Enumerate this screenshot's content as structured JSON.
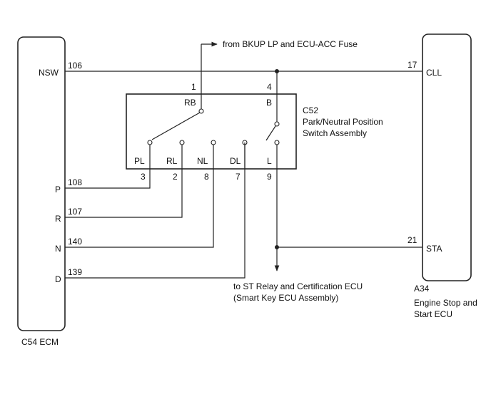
{
  "ecm": {
    "label": "C54 ECM",
    "pins": {
      "nsw": {
        "name": "NSW",
        "num": "106"
      },
      "p": {
        "name": "P",
        "num": "108"
      },
      "r": {
        "name": "R",
        "num": "107"
      },
      "n": {
        "name": "N",
        "num": "140"
      },
      "d": {
        "name": "D",
        "num": "139"
      }
    }
  },
  "start_ecu": {
    "code": "A34",
    "name_line1": "Engine Stop and",
    "name_line2": "Start ECU",
    "pins": {
      "cll": {
        "name": "CLL",
        "num": "17"
      },
      "sta": {
        "name": "STA",
        "num": "21"
      }
    }
  },
  "switch": {
    "code": "C52",
    "name_line1": "Park/Neutral Position",
    "name_line2": "Switch Assembly",
    "top_pins": {
      "rb": {
        "name": "RB",
        "num": "1"
      },
      "b": {
        "name": "B",
        "num": "4"
      }
    },
    "bottom_pins": {
      "pl": {
        "name": "PL",
        "num": "3"
      },
      "rl": {
        "name": "RL",
        "num": "2"
      },
      "nl": {
        "name": "NL",
        "num": "8"
      },
      "dl": {
        "name": "DL",
        "num": "7"
      },
      "l": {
        "name": "L",
        "num": "9"
      }
    }
  },
  "notes": {
    "from_fuse": "from BKUP LP and ECU-ACC Fuse",
    "to_st_relay_line1": "to ST Relay and Certification ECU",
    "to_st_relay_line2": "(Smart Key ECU Assembly)"
  }
}
